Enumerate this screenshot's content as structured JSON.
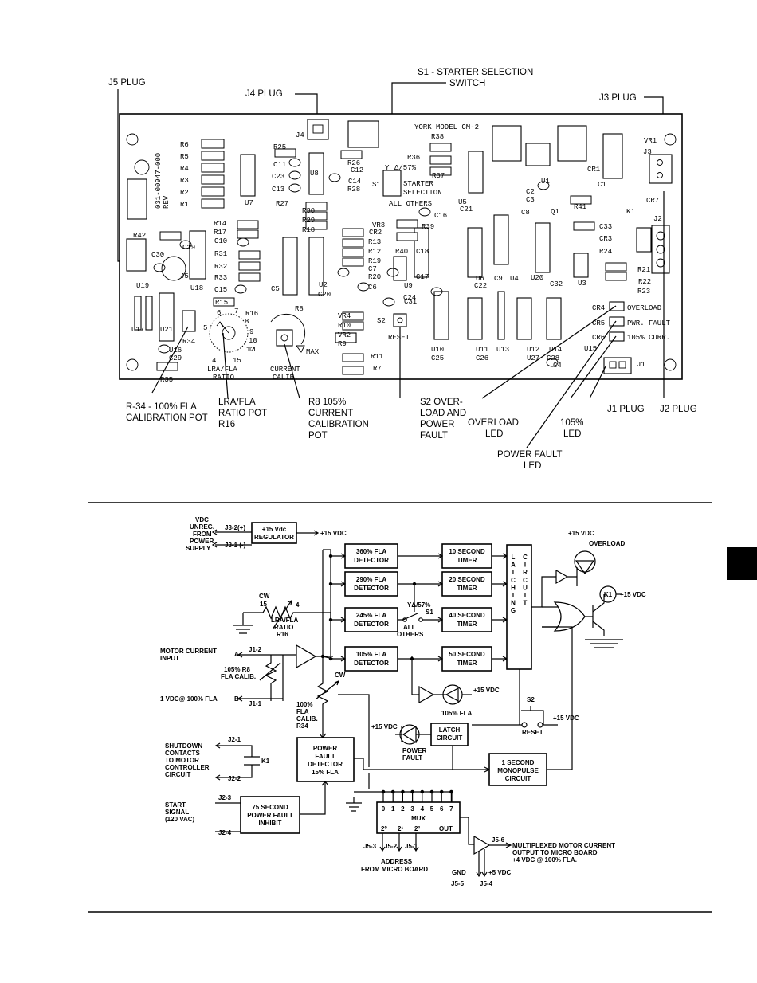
{
  "top_callouts": {
    "j5": "J5 PLUG",
    "j4": "J4 PLUG",
    "s1_line1": "S1 - STARTER SELECTION",
    "s1_line2": "SWITCH",
    "j3": "J3 PLUG"
  },
  "board": {
    "title": "YORK MODEL CM-2",
    "part_no": "031-00947-000",
    "rev": "REV",
    "s1_text": [
      "STARTER",
      "SELECTION",
      "ALL OTHERS"
    ],
    "s1_y": "Y",
    "s1_delta": "Δ/57%",
    "led_labels": [
      "OVERLOAD",
      "PWR. FAULT",
      "105% CURR."
    ],
    "led_refs": [
      "CR4",
      "CR5",
      "CR6"
    ],
    "reset": "RESET",
    "lra_ratio": [
      "LRA/FLA",
      "RATIO"
    ],
    "current_calib": [
      "CURRENT",
      "CALIB."
    ],
    "max": "MAX",
    "dial_numbers": [
      "4",
      "5",
      "6",
      "7",
      "8",
      "9",
      "10",
      "11",
      "12",
      "15"
    ],
    "refs": {
      "r_stack": [
        "R6",
        "R5",
        "R4",
        "R3",
        "R2",
        "R1"
      ],
      "others": [
        "R25",
        "C11",
        "C23",
        "C13",
        "R27",
        "J4",
        "U8",
        "R26",
        "C12",
        "C14",
        "R28",
        "S1",
        "R36",
        "R38",
        "R37",
        "U5",
        "C21",
        "C2",
        "C3",
        "U1",
        "Q1",
        "C1",
        "CR1",
        "VR1",
        "J3",
        "R41",
        "CR7",
        "K1",
        "J2",
        "C8",
        "C16",
        "C33",
        "CR3",
        "R24",
        "R21",
        "R22",
        "R23",
        "U7",
        "R30",
        "R29",
        "R18",
        "R14",
        "R17",
        "C10",
        "R31",
        "R32",
        "R33",
        "C15",
        "R15",
        "R16",
        "C5",
        "U2",
        "C20",
        "CR2",
        "R13",
        "R12",
        "R19",
        "C7",
        "R20",
        "C6",
        "VR3",
        "R39",
        "R40",
        "C18",
        "C17",
        "U9",
        "C24",
        "C31",
        "C9",
        "U4",
        "U20",
        "C22",
        "U6",
        "C32",
        "U3",
        "R42",
        "C19",
        "C30",
        "J5",
        "U19",
        "U18",
        "U17",
        "U21",
        "R34",
        "U16",
        "C29",
        "R35",
        "R8",
        "VR4",
        "R10",
        "VR2",
        "R9",
        "R11",
        "R7",
        "S2",
        "U10",
        "C25",
        "U11",
        "C26",
        "U13",
        "U12",
        "U27",
        "U14",
        "C28",
        "U15",
        "C4",
        "J1"
      ]
    }
  },
  "bottom_callouts": {
    "r34": [
      "R-34 - 100% FLA",
      "CALIBRATION POT"
    ],
    "r16": [
      "LRA/FLA",
      "RATIO POT",
      "R16"
    ],
    "r8": [
      "R8 105%",
      "CURRENT",
      "CALIBRATION",
      "POT"
    ],
    "s2": [
      "S2 OVER-",
      "LOAD AND",
      "POWER",
      "FAULT"
    ],
    "overload_led": [
      "OVERLOAD",
      "LED"
    ],
    "pf_led": [
      "POWER FAULT",
      "LED"
    ],
    "l105_led": [
      "105%",
      "LED"
    ],
    "j1": "J1 PLUG",
    "j2": "J2 PLUG"
  },
  "schematic": {
    "vdc_source": [
      "VDC",
      "UNREG.",
      "FROM",
      "POWER",
      "SUPPLY"
    ],
    "j3_2": "J3-2(+)",
    "j3_1": "J3-1 (-)",
    "regulator": [
      "+15 Vdc",
      "REGULATOR"
    ],
    "plus15_out": "+15 VDC",
    "detectors": [
      [
        "360% FLA",
        "DETECTOR"
      ],
      [
        "290% FLA",
        "DETECTOR"
      ],
      [
        "245% FLA",
        "DETECTOR"
      ],
      [
        "105% FLA",
        "DETECTOR"
      ]
    ],
    "timers": [
      [
        "10 SECOND",
        "TIMER"
      ],
      [
        "20 SECOND",
        "TIMER"
      ],
      [
        "40 SECOND",
        "TIMER"
      ],
      [
        "50 SECOND",
        "TIMER"
      ]
    ],
    "latching": "LATCHING CIRCUIT",
    "overload_led": "OVERLOAD",
    "plus15_led": "+15 VDC",
    "k1": "K1",
    "k1_supply": "+15 VDC",
    "cw": "CW",
    "pot_15": "15",
    "pot_4": "4",
    "r16_label": [
      "LRA/FLA",
      "RATIO",
      "R16"
    ],
    "s1_sw": [
      "YΔ/57%",
      "S1"
    ],
    "s1_all": [
      "ALL",
      "OTHERS"
    ],
    "motor_in": [
      "MOTOR CURRENT",
      "INPUT"
    ],
    "a": "A",
    "j1_2": "J1-2",
    "r8_label": [
      "105% R8",
      "FLA CALIB."
    ],
    "one_vdc": "1 VDC@ 100% FLA",
    "b": "B",
    "j1_1": "J1-1",
    "r34_label": [
      "100%",
      "FLA",
      "CALIB.",
      "R34"
    ],
    "cw2": "CW",
    "led105": [
      "+15 VDC",
      "105% FLA"
    ],
    "s2": "S2",
    "s2_supply": "+15 VDC",
    "reset": "RESET",
    "pf_led": [
      "+15 VDC",
      "POWER",
      "FAULT"
    ],
    "latch": [
      "LATCH",
      "CIRCUIT"
    ],
    "pf_detector": [
      "POWER",
      "FAULT",
      "DETECTOR",
      "15% FLA"
    ],
    "monopulse": [
      "1 SECOND",
      "MONOPULSE",
      "CIRCUIT"
    ],
    "shutdown": [
      "SHUTDOWN",
      "CONTACTS",
      "TO MOTOR",
      "CONTROLLER",
      "CIRCUIT"
    ],
    "j2_1": "J2-1",
    "j2_2": "J2-2",
    "k1_contact": "K1",
    "start": [
      "START",
      "SIGNAL",
      "(120 VAC)"
    ],
    "j2_3": "J2-3",
    "j2_4": "J2-4",
    "inhibit": [
      "75 SECOND",
      "POWER FAULT",
      "INHIBIT"
    ],
    "mux": "MUX",
    "mux_inputs": [
      "0",
      "1",
      "2",
      "3",
      "4",
      "5",
      "6",
      "7"
    ],
    "mux_addr": [
      "2⁰",
      "2¹",
      "2²"
    ],
    "mux_out": "OUT",
    "j5": [
      "J5-3",
      "J5-2",
      "J5-1",
      "J5-6",
      "J5-5",
      "J5-4"
    ],
    "address": [
      "ADDRESS",
      "FROM MICRO BOARD"
    ],
    "mux_output": [
      "MULTIPLEXED MOTOR CURRENT",
      "OUTPUT TO MICRO BOARD",
      "+4 VDC @ 100% FLA."
    ],
    "gnd": "GND",
    "plus5": "+5 VDC"
  }
}
